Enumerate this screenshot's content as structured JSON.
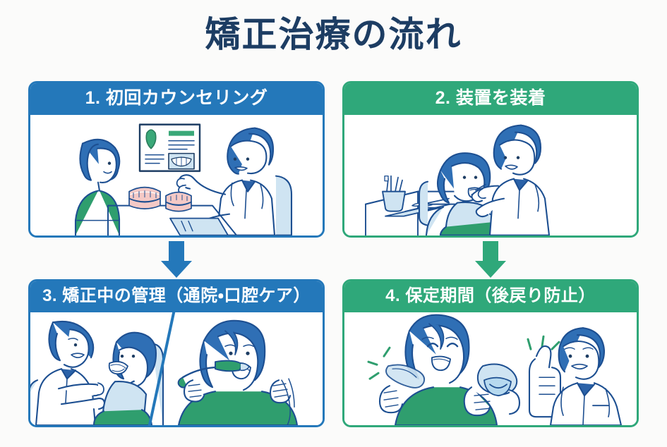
{
  "page": {
    "title": "矯正治療の流れ",
    "background_color": "#fbfbfa",
    "title_color": "#1d3d63",
    "accent_blue": "#2478ba",
    "accent_green": "#2fa87a"
  },
  "steps": [
    {
      "number": "1",
      "header": "1. 初回カウンセリング",
      "color": "#2478ba",
      "theme": "blue",
      "illustration": "consultation-scene",
      "illustration_elements": [
        "patient-woman-green-sweater",
        "dentist-white-coat",
        "wall-poster-tooth-chart",
        "dental-models-on-table",
        "clipboard"
      ]
    },
    {
      "number": "2",
      "header": "2. 装置を装着",
      "color": "#2fa87a",
      "theme": "green",
      "illustration": "braces-fitting-scene",
      "illustration_elements": [
        "patient-in-dental-chair",
        "dentist-fitting-braces",
        "instrument-tray",
        "tool-cup",
        "patient-bib"
      ]
    },
    {
      "number": "3",
      "header": "3. 矯正中の管理（通院・口腔ケア）",
      "color": "#2478ba",
      "theme": "blue",
      "illustration": "split-checkup-and-brushing",
      "illustration_elements": [
        "dentist-adjusting-braces",
        "patient-in-chair",
        "diagonal-divider",
        "woman-brushing-teeth",
        "dental-floss"
      ]
    },
    {
      "number": "4",
      "header": "4. 保定期間（後戻り防止）",
      "color": "#2fa87a",
      "theme": "green",
      "illustration": "retainer-and-thumbs-up",
      "illustration_elements": [
        "smiling-woman-holding-retainer",
        "retainer-case",
        "dentist-thumbs-up",
        "sparkle-marks"
      ]
    }
  ],
  "arrows": [
    {
      "name": "arrow-step1-to-step3",
      "direction": "down",
      "color": "#2478ba"
    },
    {
      "name": "arrow-step2-to-step4",
      "direction": "down",
      "color": "#2fa87a"
    }
  ]
}
